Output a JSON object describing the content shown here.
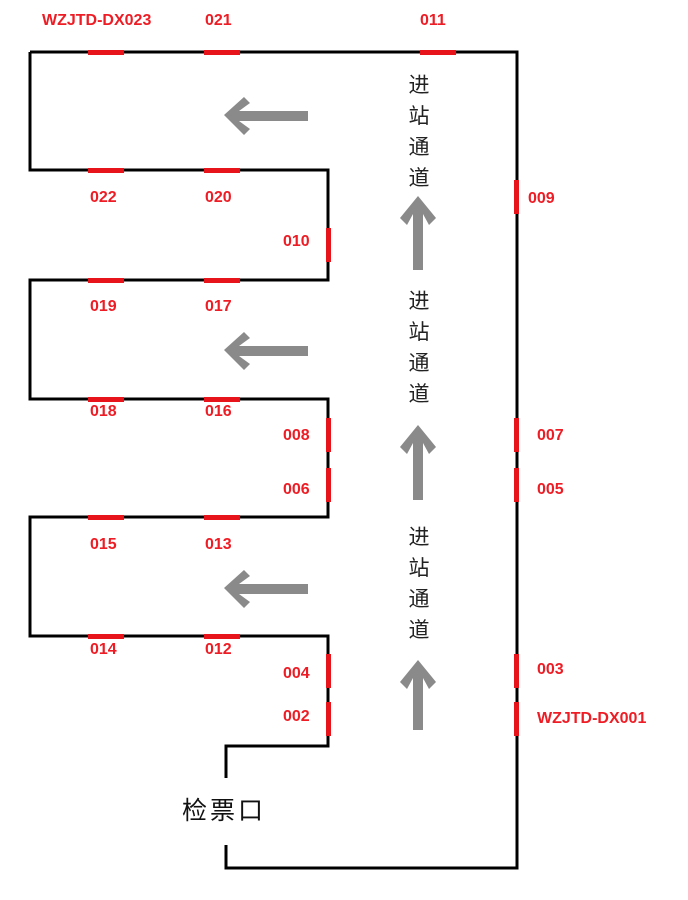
{
  "colors": {
    "marker": "#e8141b",
    "label": "#ee1c24",
    "wall": "#000000",
    "arrow": "#8a8a8a"
  },
  "entry_label": "检票口",
  "channel_text": "进站通道",
  "channel_chars": [
    "进",
    "站",
    "通",
    "道"
  ],
  "arrows": [
    {
      "direction": "left"
    },
    {
      "direction": "left"
    },
    {
      "direction": "left"
    },
    {
      "direction": "up"
    },
    {
      "direction": "up"
    },
    {
      "direction": "up"
    }
  ],
  "devices": {
    "d001": "WZJTD-DX001",
    "d002": "002",
    "d003": "003",
    "d004": "004",
    "d005": "005",
    "d006": "006",
    "d007": "007",
    "d008": "008",
    "d009": "009",
    "d010": "010",
    "d011": "011",
    "d012": "012",
    "d013": "013",
    "d014": "014",
    "d015": "015",
    "d016": "016",
    "d017": "017",
    "d018": "018",
    "d019": "019",
    "d020": "020",
    "d021": "021",
    "d022": "022",
    "d023": "WZJTD-DX023"
  }
}
